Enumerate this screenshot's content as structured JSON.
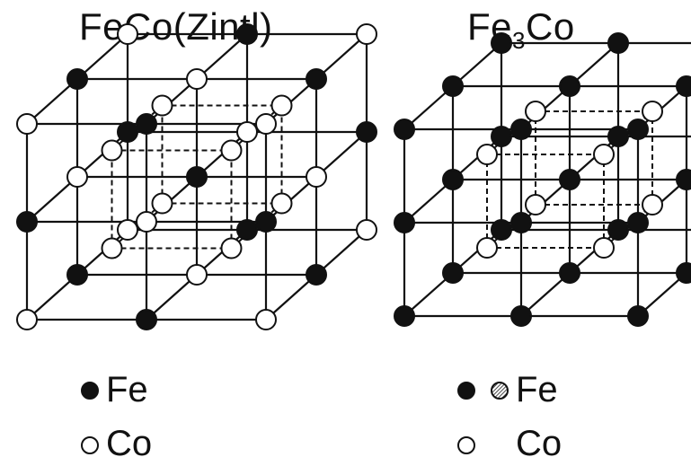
{
  "left_structure": {
    "title": "FeCo(Zintl)",
    "legend": [
      {
        "label": "Fe",
        "marker": "filled"
      },
      {
        "label": "Co",
        "marker": "open"
      }
    ]
  },
  "right_structure": {
    "title_main": "Fe",
    "title_sub": "3",
    "title_tail": "Co",
    "legend": [
      {
        "label": "Fe",
        "markers": [
          "filled",
          "hatched"
        ]
      },
      {
        "label": "Co",
        "marker": "open"
      }
    ]
  },
  "colors": {
    "line": "#111111",
    "fe_fill": "#111111",
    "co_fill": "#ffffff",
    "hatch": "#333333"
  }
}
